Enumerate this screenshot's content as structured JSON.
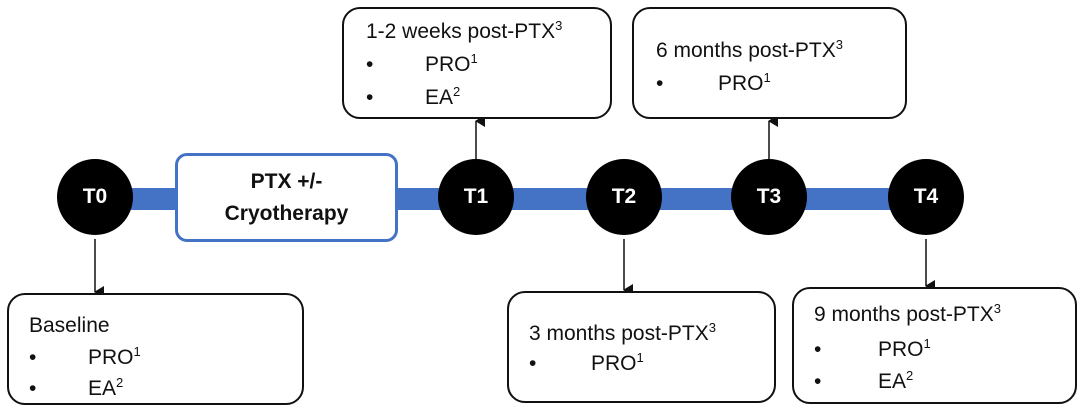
{
  "colors": {
    "timeline_bar": "#4472c4",
    "procedure_border": "#4472c4",
    "node_fill": "#000000",
    "box_border": "#111111"
  },
  "nodes": [
    {
      "label": "T0"
    },
    {
      "label": "T1"
    },
    {
      "label": "T2"
    },
    {
      "label": "T3"
    },
    {
      "label": "T4"
    }
  ],
  "procedure": {
    "line1": "PTX +/-",
    "line2": "Cryotherapy"
  },
  "boxes": {
    "baseline": {
      "title": "Baseline",
      "items": [
        {
          "text": "PRO",
          "sup": "1"
        },
        {
          "text": "EA",
          "sup": "2"
        }
      ]
    },
    "post_1_2_weeks": {
      "title": "1-2 weeks post-PTX",
      "title_sup": "3",
      "items": [
        {
          "text": "PRO",
          "sup": "1"
        },
        {
          "text": "EA",
          "sup": "2"
        }
      ]
    },
    "post_3_months": {
      "title": "3 months post-PTX",
      "title_sup": "3",
      "items": [
        {
          "text": "PRO",
          "sup": "1"
        }
      ]
    },
    "post_6_months": {
      "title": "6 months post-PTX",
      "title_sup": "3",
      "items": [
        {
          "text": "PRO",
          "sup": "1"
        }
      ]
    },
    "post_9_months": {
      "title": "9 months post-PTX",
      "title_sup": "3",
      "items": [
        {
          "text": "PRO",
          "sup": "1"
        },
        {
          "text": "EA",
          "sup": "2"
        }
      ]
    }
  },
  "bullet_symbol": "•"
}
